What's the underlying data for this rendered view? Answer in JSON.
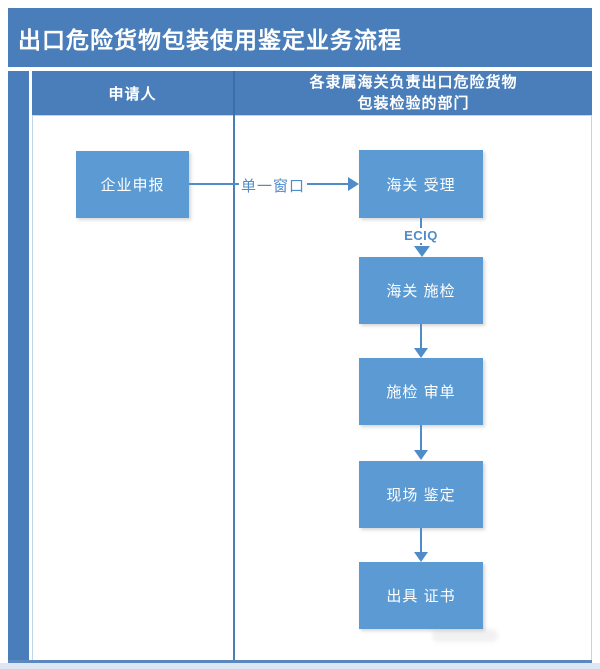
{
  "diagram": {
    "title": "出口危险货物包装使用鉴定业务流程",
    "lanes": [
      {
        "title": "申请人"
      },
      {
        "title_line1": "各隶属海关负责出口危险货物",
        "title_line2": "包装检验的部门"
      }
    ],
    "applicant_node": {
      "label": "企业申报"
    },
    "customs_nodes": [
      {
        "label": "海关 受理"
      },
      {
        "label": "海关 施检"
      },
      {
        "label": "施检 审单"
      },
      {
        "label": "现场 鉴定"
      },
      {
        "label": "出具 证书"
      }
    ],
    "edge_labels": {
      "single_window": "单一窗口",
      "eciq": "ECIQ"
    },
    "colors": {
      "header_blue": "#4a7ebb",
      "node_blue": "#5b9ad2",
      "arrow_blue": "#4f8cc8",
      "divider_blue": "#4a7ebb",
      "frame_border": "#c3d5ea",
      "bottom_line": "#5d88bf"
    }
  }
}
